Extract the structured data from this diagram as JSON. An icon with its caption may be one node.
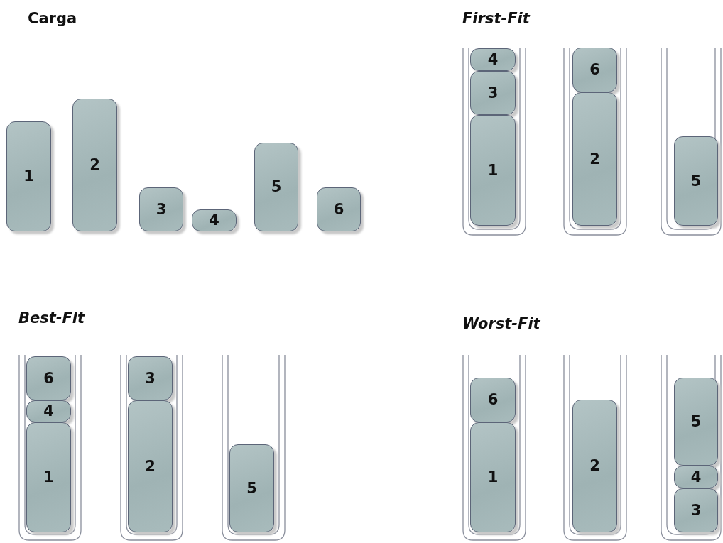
{
  "diagram": {
    "nodes": [
      {
        "text": [
          "1"
        ]
      },
      {
        "text": [
          "2"
        ]
      },
      {
        "text": [
          "3"
        ]
      },
      {
        "text": [
          "4"
        ]
      },
      {
        "text": [
          "5"
        ]
      },
      {
        "text": [
          "6"
        ]
      },
      {
        "text": [],
        "shape": "container"
      },
      {
        "text": [
          "4"
        ],
        "in": 6
      },
      {
        "text": [
          "3"
        ],
        "in": 6
      },
      {
        "text": [
          "1"
        ],
        "in": 6
      },
      {
        "text": [],
        "shape": "container"
      },
      {
        "text": [
          "6"
        ],
        "in": 10
      },
      {
        "text": [
          "2"
        ],
        "in": 10
      },
      {
        "text": [],
        "shape": "container"
      },
      {
        "text": [
          "5"
        ],
        "in": 13
      },
      {
        "text": [],
        "shape": "container"
      },
      {
        "text": [
          "6"
        ],
        "in": 15
      },
      {
        "text": [
          "4"
        ],
        "in": 15
      },
      {
        "text": [
          "1"
        ],
        "in": 15
      },
      {
        "text": [],
        "shape": "container"
      },
      {
        "text": [
          "3"
        ],
        "in": 19
      },
      {
        "text": [
          "2"
        ],
        "in": 19
      },
      {
        "text": [],
        "shape": "container"
      },
      {
        "text": [
          "5"
        ],
        "in": 22
      },
      {
        "text": [],
        "shape": "container"
      },
      {
        "text": [
          "6"
        ],
        "in": 24
      },
      {
        "text": [
          "1"
        ],
        "in": 24
      },
      {
        "text": [],
        "shape": "container"
      },
      {
        "text": [
          "2"
        ],
        "in": 27
      },
      {
        "text": [],
        "shape": "container"
      },
      {
        "text": [
          "5"
        ],
        "in": 29
      },
      {
        "text": [
          "4"
        ],
        "in": 29
      },
      {
        "text": [
          "3"
        ],
        "in": 29
      }
    ],
    "edges": [],
    "labels": [
      "Carga",
      "First-Fit",
      "Best-Fit",
      "Worst-Fit"
    ]
  }
}
